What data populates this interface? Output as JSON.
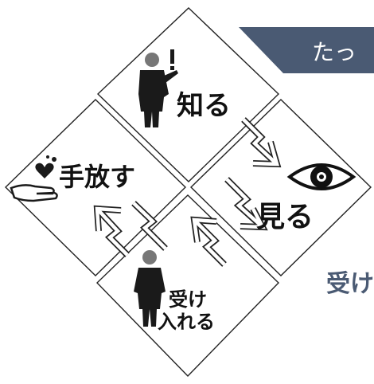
{
  "banner": {
    "text": "たっ"
  },
  "stages": {
    "know": {
      "label": "知る",
      "icon": "businessman-exclaiming-icon"
    },
    "see": {
      "label": "見る",
      "icon": "eye-icon"
    },
    "accept": {
      "label_line1": "受け",
      "label_line2": "入れる",
      "icon": "businessman-standing-icon"
    },
    "release": {
      "label": "手放す",
      "icon": "hand-releasing-heart-icon"
    }
  },
  "side_text": "受け",
  "colors": {
    "banner": "#4a5a73",
    "ink": "#111111",
    "side_text": "#4a5a73"
  }
}
